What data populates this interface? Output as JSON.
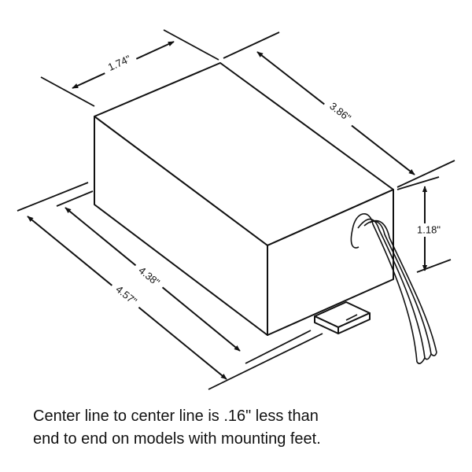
{
  "dimensions": {
    "width": "1.74\"",
    "length": "3.86\"",
    "height": "1.18\"",
    "center_to_center": "4.38\"",
    "end_to_end": "4.57\""
  },
  "caption": {
    "line1": "Center line to center line is .16\" less than",
    "line2": "end to end on models with mounting feet."
  },
  "colors": {
    "ink": "#111111",
    "paper": "#ffffff"
  }
}
